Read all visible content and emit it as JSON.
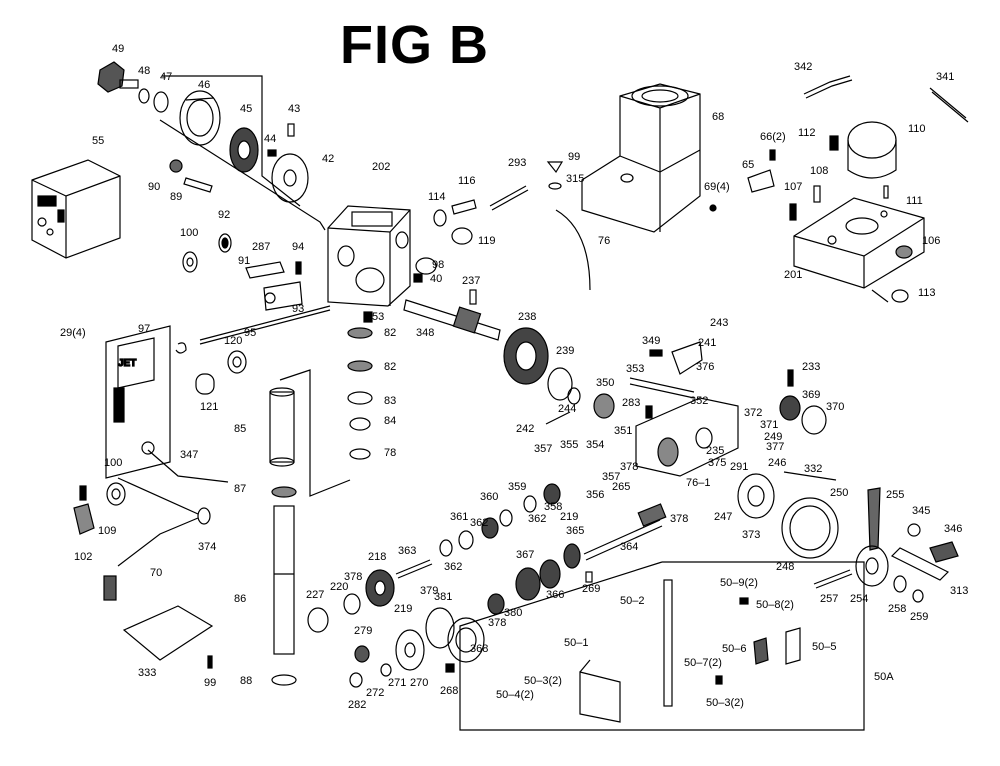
{
  "figure": {
    "title": "FIG B"
  },
  "callouts": {
    "p49": "49",
    "p48": "48",
    "p47": "47",
    "p46": "46",
    "p45": "45",
    "p44": "44",
    "p43": "43",
    "p42": "42",
    "p55": "55",
    "p90": "90",
    "p89": "89",
    "p92": "92",
    "p100a": "100",
    "p287": "287",
    "p94": "94",
    "p91": "91",
    "p93": "93",
    "p97": "97",
    "p95": "95",
    "p120": "120",
    "p121": "121",
    "p29": "29(4)",
    "p347": "347",
    "p100b": "100",
    "p109": "109",
    "p102": "102",
    "p374": "374",
    "p70": "70",
    "p202": "202",
    "p114": "114",
    "p116": "116",
    "p293": "293",
    "p119": "119",
    "p98": "98",
    "p40": "40",
    "p237": "237",
    "p53": "53",
    "p82a": "82",
    "p82b": "82",
    "p83": "83",
    "p84": "84",
    "p78": "78",
    "p85": "85",
    "p87": "87",
    "p86": "86",
    "p88": "88",
    "p333": "333",
    "p99b": "99",
    "p99a": "99",
    "p315": "315",
    "p76": "76",
    "p68": "68",
    "p69": "69(4)",
    "p348": "348",
    "p238": "238",
    "p239": "239",
    "p244": "244",
    "p242": "242",
    "p350": "350",
    "p283": "283",
    "p351": "351",
    "p349": "349",
    "p241": "241",
    "p243": "243",
    "p376": "376",
    "p353": "353",
    "p352": "352",
    "p357a": "357",
    "p355": "355",
    "p354": "354",
    "p378a": "378",
    "p357b": "357",
    "p356": "356",
    "p358": "358",
    "p219a": "219",
    "p359": "359",
    "p360": "360",
    "p362a": "362",
    "p362b": "362",
    "p361": "361",
    "p362c": "362",
    "p265": "265",
    "p363": "363",
    "p218": "218",
    "p378b": "378",
    "p379": "379",
    "p220": "220",
    "p227": "227",
    "p219b": "219",
    "p381": "381",
    "p380": "380",
    "p367": "367",
    "p365": "365",
    "p366": "366",
    "p364": "364",
    "p269": "269",
    "p368": "368",
    "p378c": "378",
    "p279": "279",
    "p272": "272",
    "p271": "271",
    "p270": "270",
    "p268": "268",
    "p282": "282",
    "p342": "342",
    "p341": "341",
    "p66": "66(2)",
    "p65": "65",
    "p112": "112",
    "p110": "110",
    "p107": "107",
    "p108": "108",
    "p111": "111",
    "p106": "106",
    "p201": "201",
    "p113": "113",
    "p233": "233",
    "p369": "369",
    "p370": "370",
    "p372": "372",
    "p371": "371",
    "p249": "249",
    "p377": "377",
    "p235": "235",
    "p375": "375",
    "p291": "291",
    "p246": "246",
    "p332": "332",
    "p76_1": "76–1",
    "p378d": "378",
    "p247": "247",
    "p373": "373",
    "p248": "248",
    "p250": "250",
    "p255": "255",
    "p345": "345",
    "p346": "346",
    "p313": "313",
    "p257": "257",
    "p254": "254",
    "p258": "258",
    "p259": "259"
  },
  "inset": {
    "label": "50A",
    "callouts": {
      "i50_2": "50–2",
      "i50_9": "50–9(2)",
      "i50_8": "50–8(2)",
      "i50_1": "50–1",
      "i50_6": "50–6",
      "i50_5": "50–5",
      "i50_3a": "50–3(2)",
      "i50_4": "50–4(2)",
      "i50_7": "50–7(2)",
      "i50_3b": "50–3(2)"
    }
  },
  "panel_marks": {
    "control_box_logo": "JET"
  }
}
